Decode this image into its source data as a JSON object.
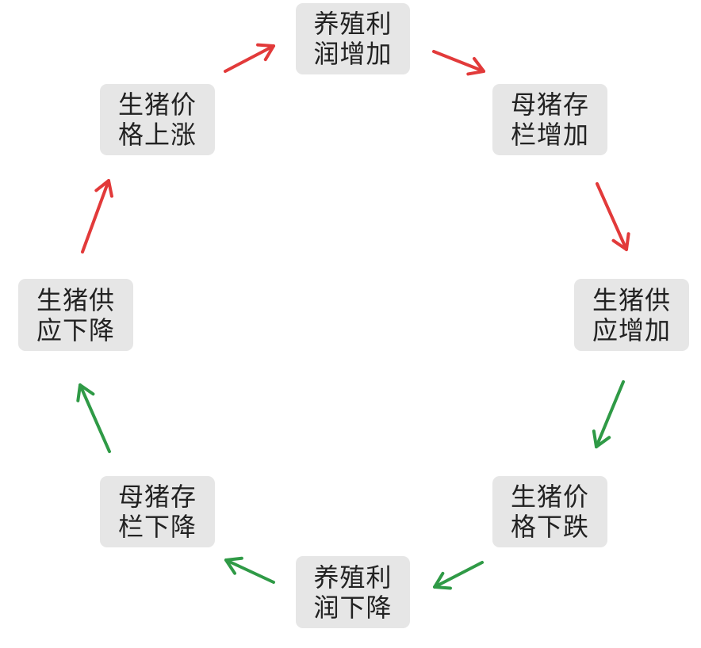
{
  "colors": {
    "rising_arrow": "#e23a3a",
    "falling_arrow": "#2f9a46",
    "box_fill": "#e6e6e6",
    "text": "#222222"
  },
  "nodes": {
    "top": {
      "line1": "养殖利",
      "line2": "润增加"
    },
    "upright": {
      "line1": "母猪存",
      "line2": "栏增加"
    },
    "right": {
      "line1": "生猪供",
      "line2": "应增加"
    },
    "lowright": {
      "line1": "生猪价",
      "line2": "格下跌"
    },
    "bottom": {
      "line1": "养殖利",
      "line2": "润下降"
    },
    "lowleft": {
      "line1": "母猪存",
      "line2": "栏下降"
    },
    "left": {
      "line1": "生猪供",
      "line2": "应下降"
    },
    "upleft": {
      "line1": "生猪价",
      "line2": "格上涨"
    }
  },
  "cycle_order": [
    "upleft",
    "top",
    "upright",
    "right",
    "lowright",
    "bottom",
    "lowleft",
    "left"
  ],
  "arrow_directions": {
    "upleft-to-top": "rising",
    "top-to-upright": "rising",
    "upright-to-right": "rising",
    "right-to-lowright": "falling",
    "lowright-to-bottom": "falling",
    "bottom-to-lowleft": "falling",
    "lowleft-to-left": "falling",
    "left-to-upleft": "rising"
  }
}
